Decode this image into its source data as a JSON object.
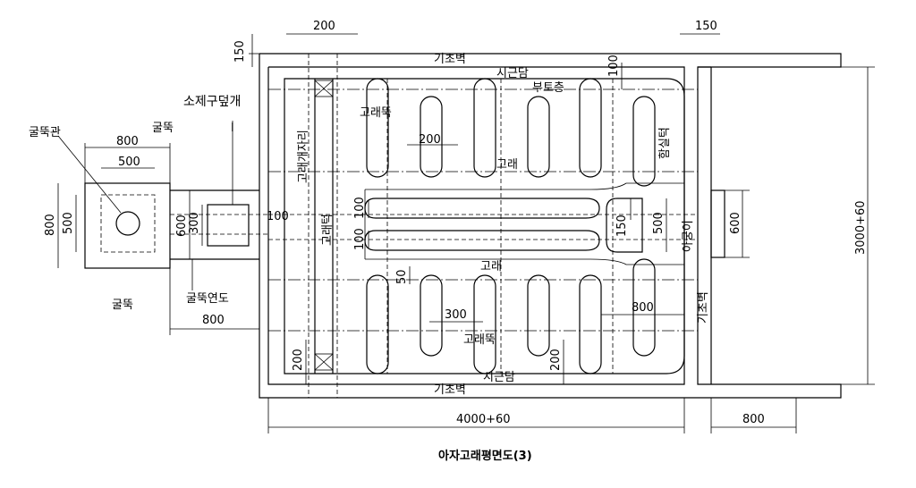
{
  "caption": "아자고래평면도(3)",
  "labels": {
    "foundation_wall": "기초벽",
    "siggeundam": "시근담",
    "butocheung": "부토층",
    "goraedduk": "고래뚝",
    "gorae": "고래",
    "gorae_gaejari": "고래개자리",
    "gorae_teok": "고래턱",
    "hamsil_teok": "함실턱",
    "agungi": "아궁이",
    "gulddukgwan": "굴뚝관",
    "gulddeuk": "굴뚝",
    "gulddeuk_yeondo": "굴뚝연도",
    "sojegu_deopgae": "소제구덮개"
  },
  "dimensions": {
    "d150_top_left": "150",
    "d200_top": "200",
    "d150_top_right": "150",
    "d100_top": "100",
    "d200_mid": "200",
    "d800_chimney": "800",
    "d500_chimney": "500",
    "d800_left": "800",
    "d500_left": "500",
    "d600_flue": "600",
    "d300_flue": "300",
    "d100_flue": "100",
    "d100_g1": "100",
    "d100_g2": "100",
    "d150_right": "150",
    "d500_right": "500",
    "d600_right": "600",
    "d3000": "3000+60",
    "d50": "50",
    "d300_bottom": "300",
    "d800_interior": "800",
    "d200_bl": "200",
    "d200_bm": "200",
    "d800_flue_len": "800",
    "d4000": "4000+60",
    "d800_right_bottom": "800"
  }
}
